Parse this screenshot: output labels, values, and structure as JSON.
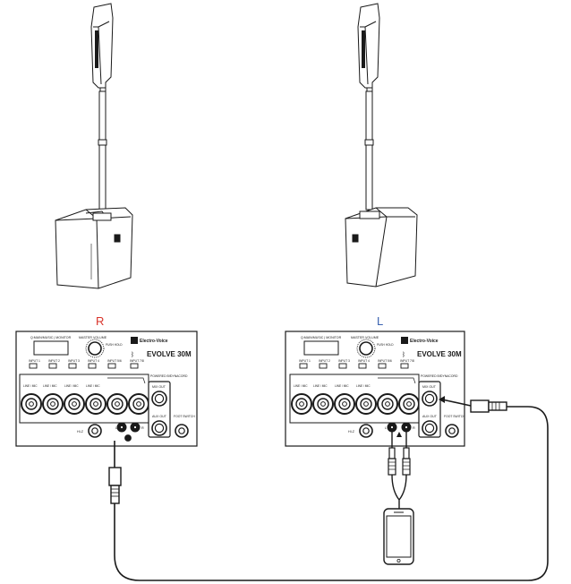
{
  "colors": {
    "right_label": "#d9342b",
    "left_label": "#3a62b0",
    "line": "#1a1a1a"
  },
  "right_channel": {
    "label": "R",
    "brand": "Electro-Voice",
    "model": "EVOLVE 30M",
    "mode_header": "Q:MAIN/MUSIC | MONITOR",
    "master_volume": "MASTER VOLUME",
    "push_hold": "PUSH HOLD",
    "inputs": [
      "INPUT 1",
      "INPUT 2",
      "INPUT 3",
      "INPUT 4",
      "INPUT 5/6",
      "INPUT 7/8"
    ],
    "line_mic": "LINE / MIC",
    "hiz": "HI-Z",
    "mix_out": "MIX OUT",
    "aux_out": "AUX OUT",
    "foot_switch": "FOOT SWITCH",
    "powered_by": "POWERED BY",
    "dynacord": "DYNACORD",
    "jack_l": "L",
    "jack_r": "R"
  },
  "left_channel": {
    "label": "L",
    "brand": "Electro-Voice",
    "model": "EVOLVE 30M",
    "mode_header": "Q:MAIN/MUSIC | MONITOR",
    "master_volume": "MASTER VOLUME",
    "push_hold": "PUSH HOLD",
    "inputs": [
      "INPUT 1",
      "INPUT 2",
      "INPUT 3",
      "INPUT 4",
      "INPUT 5/6",
      "INPUT 7/8"
    ],
    "line_mic": "LINE / MIC",
    "hiz": "HI-Z",
    "mix_out": "MIX OUT",
    "aux_out": "AUX OUT",
    "foot_switch": "FOOT SWITCH",
    "powered_by": "POWERED BY",
    "dynacord": "DYNACORD",
    "jack_l": "L",
    "jack_r": "R"
  }
}
